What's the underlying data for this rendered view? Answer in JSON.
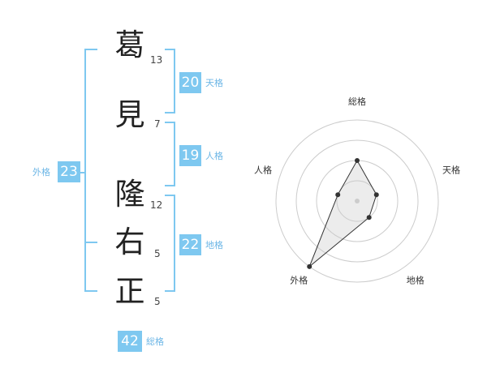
{
  "name_chars": [
    {
      "char": "葛",
      "strokes": "13"
    },
    {
      "char": "見",
      "strokes": "7"
    },
    {
      "char": "隆",
      "strokes": "12"
    },
    {
      "char": "右",
      "strokes": "5"
    },
    {
      "char": "正",
      "strokes": "5"
    }
  ],
  "fortunes": {
    "tenkaku": {
      "value": "20",
      "label": "天格"
    },
    "jinkaku": {
      "value": "19",
      "label": "人格"
    },
    "chikaku": {
      "value": "22",
      "label": "地格"
    },
    "gaikaku": {
      "value": "23",
      "label": "外格"
    },
    "soukaku": {
      "value": "42",
      "label": "総格"
    }
  },
  "colors": {
    "accent": "#7ec8f0",
    "label": "#6cb6e6"
  },
  "chart_data": {
    "type": "radar",
    "axes": [
      "総格",
      "天格",
      "地格",
      "外格",
      "人格"
    ],
    "values": [
      0.5,
      0.25,
      0.25,
      1.0,
      0.25
    ],
    "range": [
      0,
      1
    ],
    "rings": 4,
    "grid": true
  }
}
